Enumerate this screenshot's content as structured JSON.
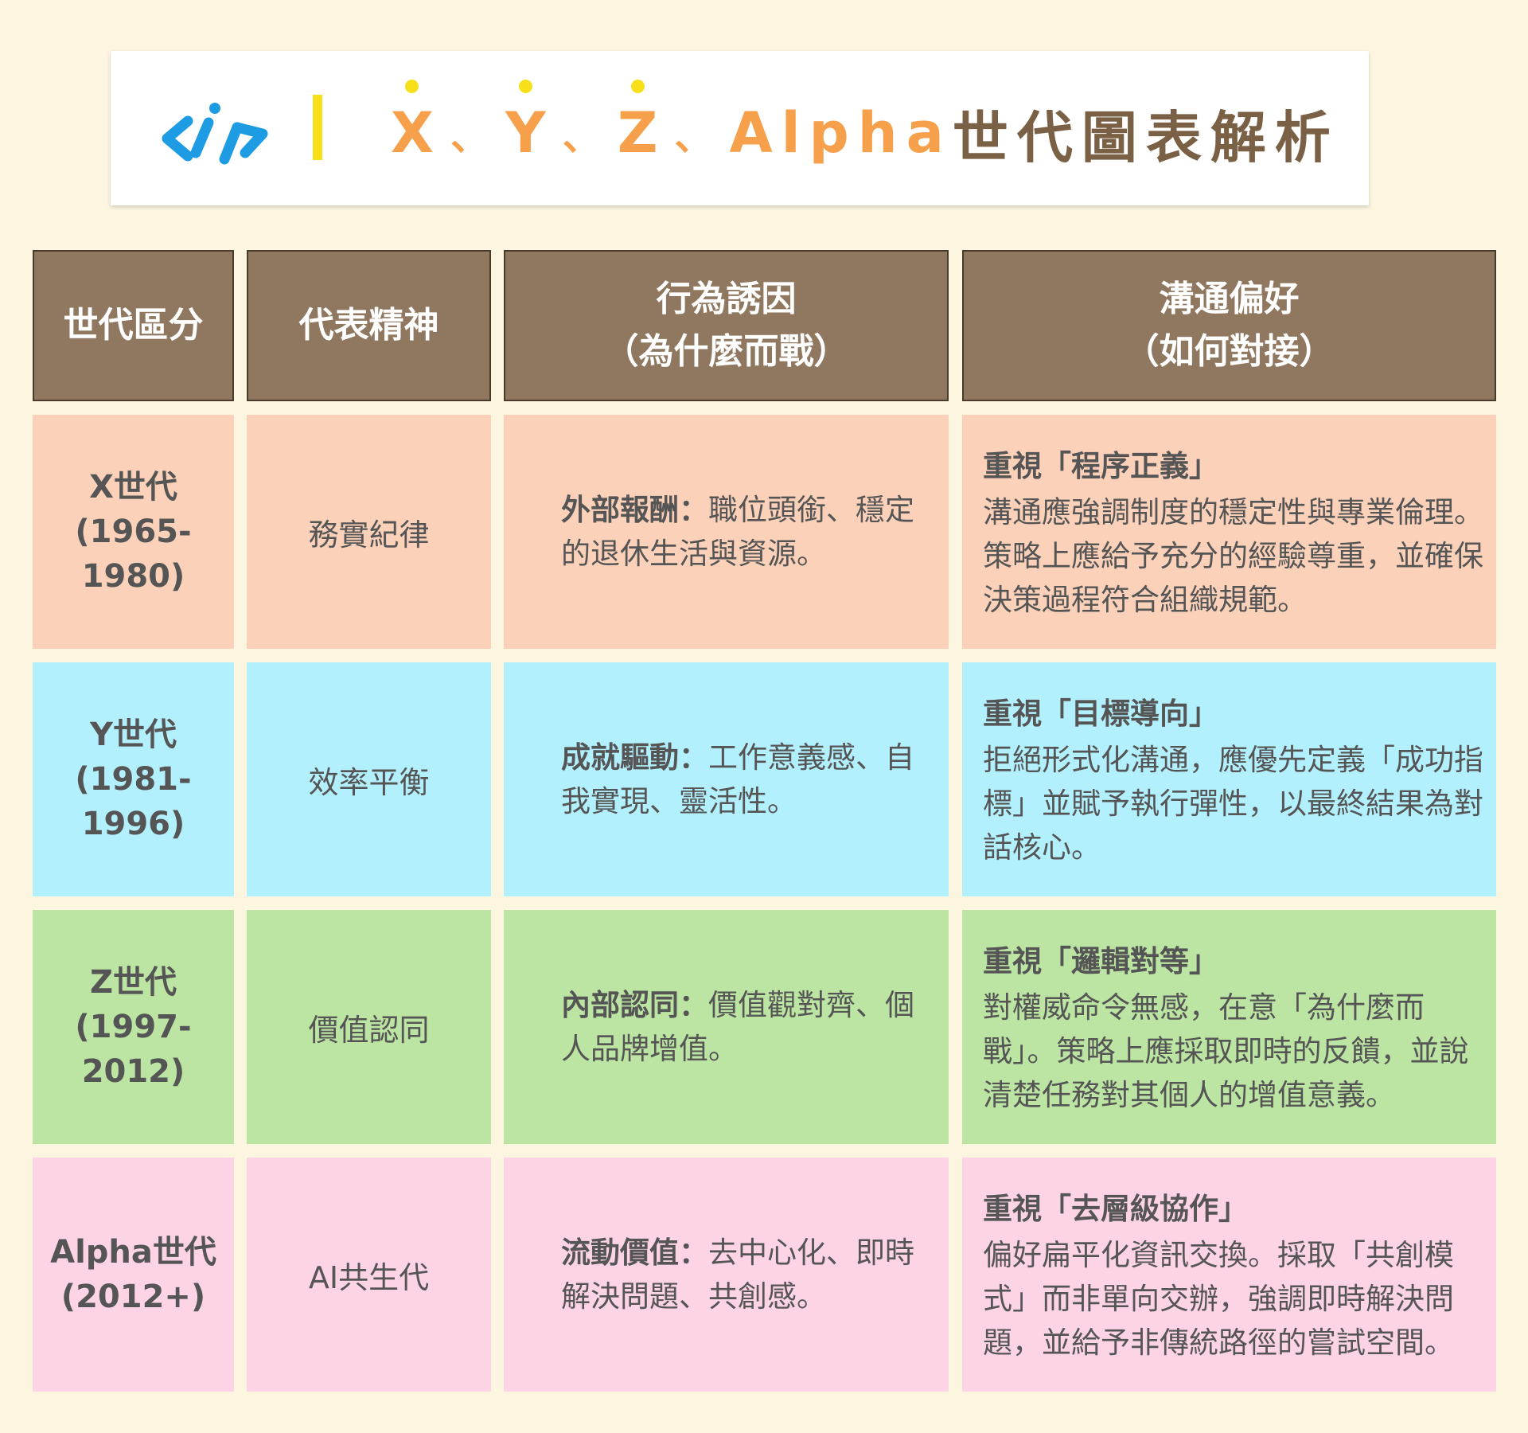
{
  "title": {
    "generations": [
      "X",
      "Y",
      "Z",
      "Alpha"
    ],
    "separator": "、",
    "suffix": "世代圖表解析"
  },
  "colors": {
    "background": "#fcf6e1",
    "header": "#8f785f",
    "logo_blue": "#1d9ce4",
    "accent_yellow": "#f7e01a",
    "title_orange": "#f6a04c",
    "title_brown": "#7a6146",
    "row_x": "#fcd1b9",
    "row_y": "#b3f0fd",
    "row_z": "#bce5a3",
    "row_alpha": "#fdd4e6"
  },
  "headers": {
    "generation": "世代區分",
    "spirit": "代表精神",
    "motive_line1": "行為誘因",
    "motive_line2": "（為什麼而戰）",
    "comm_line1": "溝通偏好",
    "comm_line2": "（如何對接）"
  },
  "rows": [
    {
      "gen_name": "X世代",
      "gen_years": "(1965-1980)",
      "spirit": "務實紀律",
      "motive_key": "外部報酬",
      "motive_sep": "：",
      "motive_text": "職位頭銜、穩定的退休生活與資源。",
      "comm_head": "重視「程序正義」",
      "comm_body": "溝通應強調制度的穩定性與專業倫理。策略上應給予充分的經驗尊重，並確保決策過程符合組織規範。"
    },
    {
      "gen_name": "Y世代",
      "gen_years": "(1981-1996)",
      "spirit": "效率平衡",
      "motive_key": "成就驅動",
      "motive_sep": "：",
      "motive_text": "工作意義感、自我實現、靈活性。",
      "comm_head": "重視「目標導向」",
      "comm_body": "拒絕形式化溝通，應優先定義「成功指標」並賦予執行彈性，以最終結果為對話核心。"
    },
    {
      "gen_name": "Z世代",
      "gen_years": "(1997-2012)",
      "spirit": "價值認同",
      "motive_key": "內部認同",
      "motive_sep": "：",
      "motive_text": "價值觀對齊、個人品牌增值。",
      "comm_head": "重視「邏輯對等」",
      "comm_body": "對權威命令無感，在意「為什麼而戰」。策略上應採取即時的反饋，並說清楚任務對其個人的增值意義。"
    },
    {
      "gen_name": "Alpha世代",
      "gen_years": "(2012+)",
      "spirit": "AI共生代",
      "motive_key": "流動價值",
      "motive_sep": "：",
      "motive_text": "去中心化、即時解決問題、共創感。",
      "comm_head": "重視「去層級協作」",
      "comm_body": "偏好扁平化資訊交換。採取「共創模式」而非單向交辦，強調即時解決問題，並給予非傳統路徑的嘗試空間。"
    }
  ]
}
